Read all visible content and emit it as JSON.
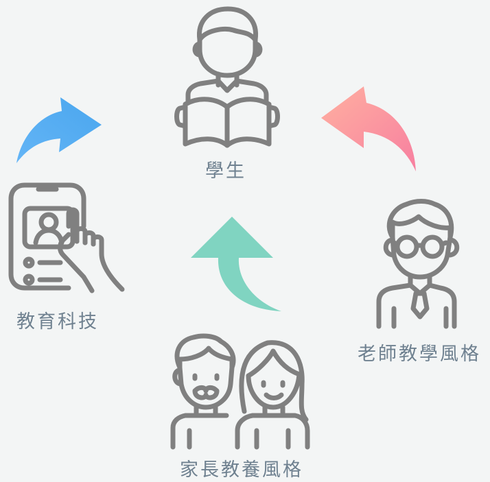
{
  "nodes": {
    "student": {
      "label": "學生",
      "icon": "student-reading-icon"
    },
    "tech": {
      "label": "教育科技",
      "icon": "phone-touch-icon"
    },
    "teacher": {
      "label": "老師教學風格",
      "icon": "teacher-glasses-icon"
    },
    "parents": {
      "label": "家長教養風格",
      "icon": "parents-couple-icon"
    }
  },
  "arrows": {
    "tech_to_student": {
      "color_start": "#64b5f6",
      "color_end": "#4aa6ee"
    },
    "parents_to_student": {
      "color": "#80d4c1"
    },
    "teacher_to_student": {
      "color_start": "#ffb0a0",
      "color_end": "#f77fa0"
    }
  },
  "colors": {
    "icon_stroke": "#808080",
    "label_text": "#6f8190",
    "background": "#f3f5f5"
  }
}
